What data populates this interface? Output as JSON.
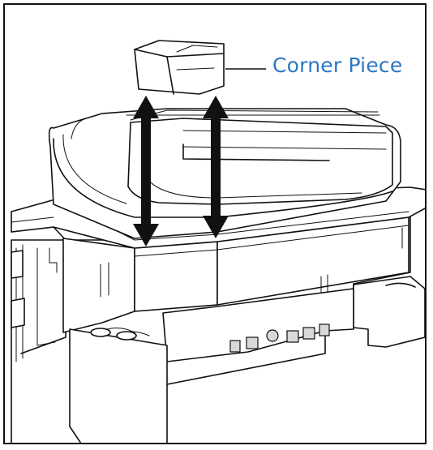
{
  "callout": {
    "label": "Corner Piece",
    "color": "#2a78c4"
  },
  "arrows": {
    "direction": "vertical-bidirectional",
    "count": 2
  }
}
